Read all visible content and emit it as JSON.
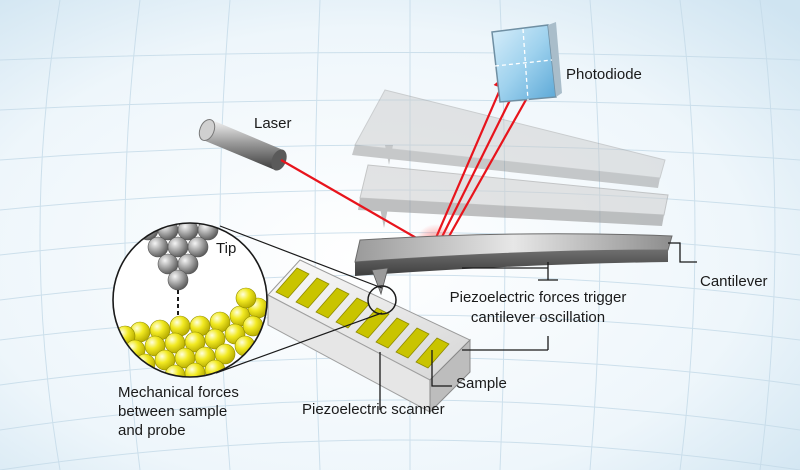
{
  "labels": {
    "photodiode": "Photodiode",
    "laser": "Laser",
    "tip": "Tip",
    "cantilever": "Cantilever",
    "piezo_forces_line1": "Piezoelectric forces trigger",
    "piezo_forces_line2": "cantilever oscillation",
    "sample": "Sample",
    "scanner": "Piezoelectric scanner",
    "mechanical_line1": "Mechanical forces",
    "mechanical_line2": "between sample",
    "mechanical_line3": "and probe"
  },
  "colors": {
    "laser_beam": "#e8141c",
    "sample_stripe": "#c9c400",
    "atom_yellow": "#f2ea22",
    "atom_gray": "#9a9a9a",
    "photodiode_panel": "#9fd2ee"
  },
  "icons": {
    "laser": "laser-emitter-cylinder",
    "photodiode": "quadrant-photodiode",
    "tip": "silicon-tip-cone"
  }
}
